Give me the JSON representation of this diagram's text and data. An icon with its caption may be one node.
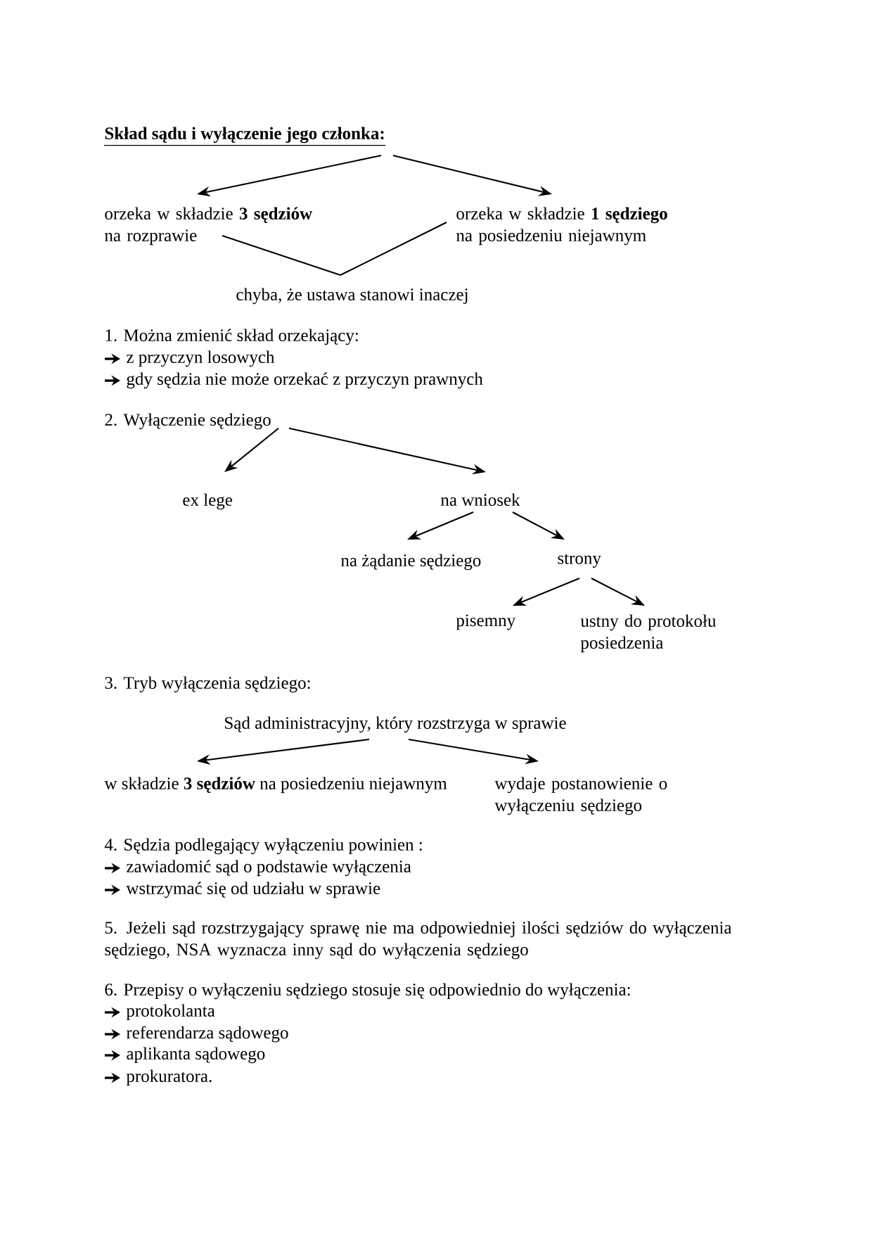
{
  "diagram": {
    "nodes": [
      {
        "text": [
          "Skład sądu i wyłączenie jego członka:"
        ]
      },
      {
        "text": [
          "orzeka w składzie **3 sędziów** na rozprawie"
        ]
      },
      {
        "text": [
          "orzeka w składzie **1 sędziego** na posiedzeniu niejawnym"
        ]
      },
      {
        "text": [
          "chyba, że ustawa stanowi inaczej"
        ]
      },
      {
        "text": [
          "2. Wyłączenie sędziego"
        ]
      },
      {
        "text": [
          "ex lege"
        ]
      },
      {
        "text": [
          "na wniosek"
        ]
      },
      {
        "text": [
          "na żądanie sędziego"
        ]
      },
      {
        "text": [
          "strony"
        ]
      },
      {
        "text": [
          "pisemny"
        ]
      },
      {
        "text": [
          "ustny do protokołu posiedzenia"
        ]
      },
      {
        "text": [
          "Sąd administracyjny, który rozstrzyga w sprawie"
        ]
      },
      {
        "text": [
          "w składzie **3 sędziów** na posiedzeniu niejawnym"
        ]
      },
      {
        "text": [
          "wydaje postanowienie o wyłączeniu sędziego"
        ]
      }
    ],
    "edges": [
      {
        "from": 0,
        "to": 1,
        "arrow": "to"
      },
      {
        "from": 0,
        "to": 2,
        "arrow": "to"
      },
      {
        "from": 1,
        "to": 3,
        "arrow": "none"
      },
      {
        "from": 2,
        "to": 3,
        "arrow": "none"
      },
      {
        "from": 4,
        "to": 5,
        "arrow": "to"
      },
      {
        "from": 4,
        "to": 6,
        "arrow": "to"
      },
      {
        "from": 6,
        "to": 7,
        "arrow": "to"
      },
      {
        "from": 6,
        "to": 8,
        "arrow": "to"
      },
      {
        "from": 8,
        "to": 9,
        "arrow": "to"
      },
      {
        "from": 8,
        "to": 10,
        "arrow": "to"
      },
      {
        "from": 11,
        "to": 12,
        "arrow": "to"
      },
      {
        "from": 11,
        "to": 13,
        "arrow": "to"
      }
    ],
    "labels": [
      "1. Można zmienić skład orzekający:",
      "z przyczyn losowych",
      "gdy sędzia nie może orzekać z przyczyn prawnych",
      "3. Tryb wyłączenia sędziego:",
      "4. Sędzia podlegający wyłączeniu powinien :",
      "zawiadomić sąd o podstawie wyłączenia",
      "wstrzymać się od udziału w sprawie",
      "5. Jeżeli sąd rozstrzygający sprawę nie ma odpowiedniej ilości sędziów do wyłączenia sędziego, NSA wyznacza inny sąd do wyłączenia sędziego",
      "6. Przepisy o wyłączeniu sędziego stosuje się odpowiednio do wyłączenia:",
      "protokolanta",
      "referendarza sądowego",
      "aplikanta sądowego",
      "prokuratora."
    ]
  }
}
